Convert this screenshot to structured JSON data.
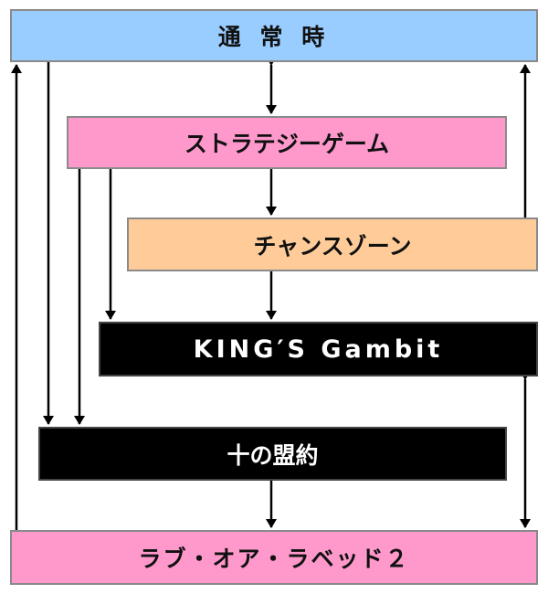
{
  "nodes": {
    "normal": {
      "label": "通 常 時",
      "color": "#99CCFF"
    },
    "strategy": {
      "label": "ストラテジーゲーム",
      "color": "#FF99CC"
    },
    "chance": {
      "label": "チャンスゾーン",
      "color": "#FFCC99"
    },
    "king": {
      "label": "KING′S Gambit",
      "color": "#000000"
    },
    "pact": {
      "label": "十の盟約",
      "color": "#000000"
    },
    "love": {
      "label": "ラブ・オア・ラベッド２",
      "color": "#FF99CC"
    }
  },
  "edges": [
    {
      "from": "normal",
      "to": "strategy",
      "bidirectional": true
    },
    {
      "from": "normal",
      "to": "pact"
    },
    {
      "from": "strategy",
      "to": "chance"
    },
    {
      "from": "strategy",
      "to": "king"
    },
    {
      "from": "strategy",
      "to": "pact"
    },
    {
      "from": "chance",
      "to": "king"
    },
    {
      "from": "chance",
      "to": "normal"
    },
    {
      "from": "king",
      "to": "love",
      "bidirectional": true
    },
    {
      "from": "pact",
      "to": "love"
    },
    {
      "from": "love",
      "to": "normal"
    }
  ]
}
